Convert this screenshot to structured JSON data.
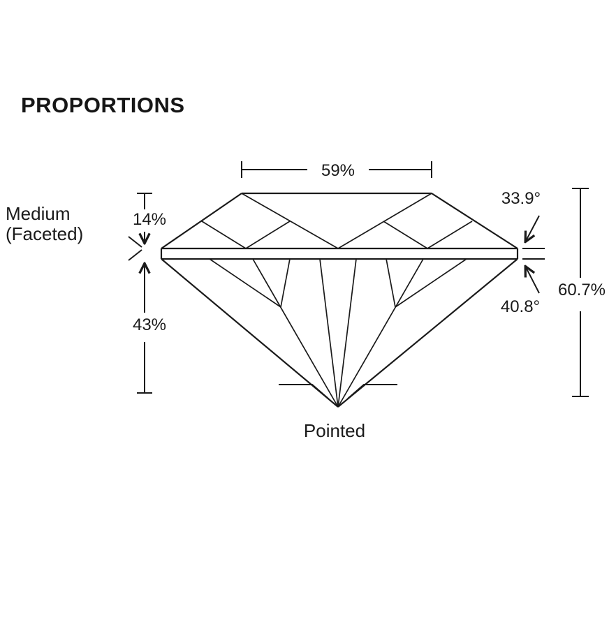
{
  "title": "PROPORTIONS",
  "diagram": {
    "table_size": "59%",
    "crown_height": "14%",
    "pavilion_depth": "43%",
    "crown_angle": "33.9°",
    "pavilion_angle": "40.8°",
    "total_depth": "60.7%",
    "girdle_thickness_line1": "Medium",
    "girdle_thickness_line2": "(Faceted)",
    "culet": "Pointed"
  }
}
